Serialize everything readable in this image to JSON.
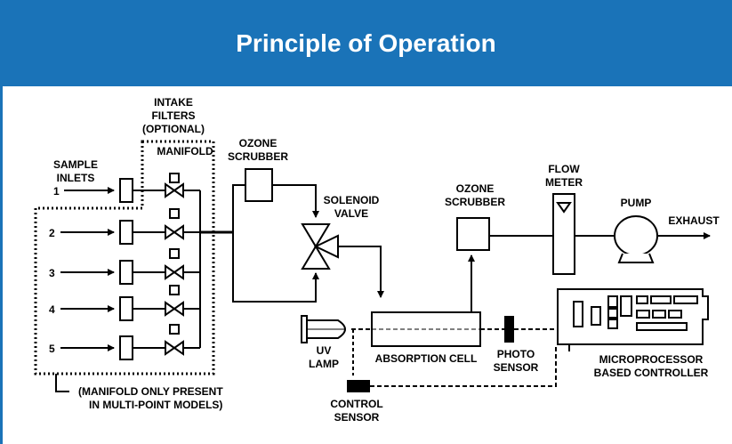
{
  "header": {
    "title": "Principle of Operation"
  },
  "colors": {
    "header_bg": "#1a73b8",
    "header_text": "#ffffff",
    "line": "#000000"
  },
  "labels": {
    "intake_filters": [
      "INTAKE",
      "FILTERS",
      "(OPTIONAL)"
    ],
    "manifold": "MANIFOLD",
    "sample_inlets": [
      "SAMPLE",
      "INLETS"
    ],
    "inlet_numbers": [
      "1",
      "2",
      "3",
      "4",
      "5"
    ],
    "ozone_scrubber_1": [
      "OZONE",
      "SCRUBBER"
    ],
    "solenoid_valve": [
      "SOLENOID",
      "VALVE"
    ],
    "ozone_scrubber_2": [
      "OZONE",
      "SCRUBBER"
    ],
    "flow_meter": [
      "FLOW",
      "METER"
    ],
    "pump": "PUMP",
    "exhaust": "EXHAUST",
    "uv_lamp": [
      "UV",
      "LAMP"
    ],
    "absorption_cell": "ABSORPTION CELL",
    "photo_sensor": [
      "PHOTO",
      "SENSOR"
    ],
    "controller": [
      "MICROPROCESSOR",
      "BASED CONTROLLER"
    ],
    "control_sensor": [
      "CONTROL",
      "SENSOR"
    ],
    "manifold_note": [
      "(MANIFOLD ONLY PRESENT",
      "IN MULTI-POINT MODELS)"
    ]
  }
}
